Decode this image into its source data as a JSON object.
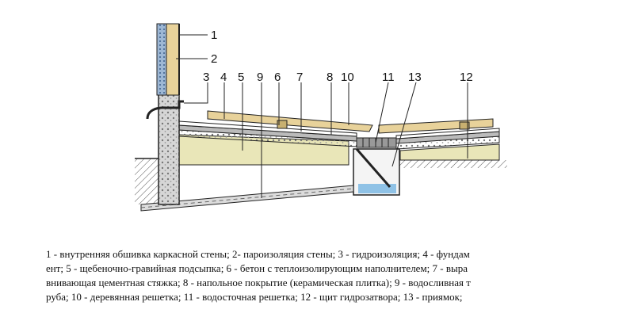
{
  "callouts": {
    "c1": "1",
    "c2": "2",
    "c3": "3",
    "c4": "4",
    "c5": "5",
    "c9": "9",
    "c6": "6",
    "c7": "7",
    "c8": "8",
    "c10": "10",
    "c11": "11",
    "c13": "13",
    "c12": "12"
  },
  "caption": {
    "line1": "1 - внутренняя обшивка каркасной стены; 2- пароизоляция стены; 3 - гидроизоляция; 4 - фундам",
    "line2": "ент; 5 - щебеночно-гравийная подсыпка; 6 - бетон с теплоизолирующим наполнителем; 7 - выра",
    "line3": "внивающая цементная стяжка; 8 - напольное покрытие (керамическая плитка); 9 - водосливная т",
    "line4": "руба; 10 - деревянная решетка; 11 - водосточная решетка; 12 - щит гидрозатвора; 13 - приямок;"
  },
  "colors": {
    "foundation": "#d6d6d6",
    "gravel": "#e9e6b8",
    "wood": "#e8d29a",
    "wall_insulation": "#9db7d4",
    "water": "#8fc2e6",
    "outline": "#222222"
  }
}
